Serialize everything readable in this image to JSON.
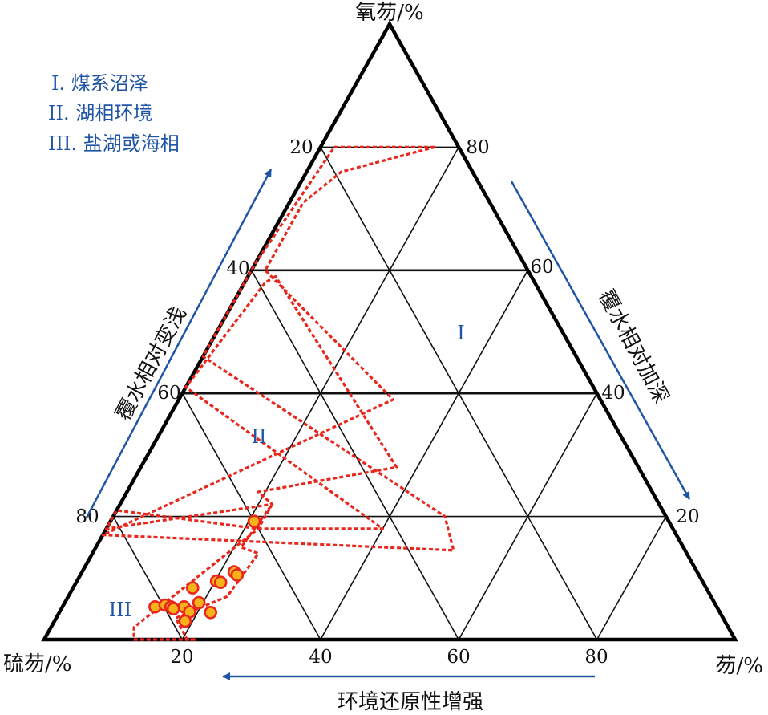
{
  "chart_data": {
    "type": "scatter",
    "subtype": "ternary",
    "vertices": {
      "top": "氧芴/%",
      "bottom_left": "硫芴/%",
      "bottom_right": "芴/%"
    },
    "ticks": {
      "bottom": [
        "20",
        "40",
        "60",
        "80"
      ],
      "left": [
        "20",
        "40",
        "60",
        "80"
      ],
      "right": [
        "80",
        "60",
        "40",
        "20"
      ]
    },
    "legend_lines": [
      "I. 煤系沼泽",
      "II. 湖相环境",
      "III. 盐湖或海相"
    ],
    "trend_labels": {
      "left": "覆水相对变浅",
      "right": "覆水相对加深",
      "bottom": "环境还原性增强"
    },
    "region_labels": [
      "I",
      "II",
      "III"
    ],
    "series": [
      {
        "marker": "circle",
        "color": "#f6b21a",
        "edge_color": "#e8261c",
        "points": [
          {
            "oxy": 9.5,
            "fluorene": 20.2,
            "thio": 70.3
          },
          {
            "oxy": 11.0,
            "fluorene": 22.0,
            "thio": 67.0
          },
          {
            "oxy": 10.5,
            "fluorene": 22.7,
            "thio": 66.8
          },
          {
            "oxy": 9.3,
            "fluorene": 20.9,
            "thio": 69.8
          },
          {
            "oxy": 6.0,
            "fluorene": 19.4,
            "thio": 74.6
          },
          {
            "oxy": 8.4,
            "fluorene": 17.3,
            "thio": 74.3
          },
          {
            "oxy": 5.3,
            "fluorene": 17.6,
            "thio": 77.1
          },
          {
            "oxy": 5.3,
            "fluorene": 13.4,
            "thio": 81.3
          },
          {
            "oxy": 5.6,
            "fluorene": 14.7,
            "thio": 79.7
          },
          {
            "oxy": 5.3,
            "fluorene": 15.7,
            "thio": 79.0
          },
          {
            "oxy": 5.0,
            "fluorene": 16.2,
            "thio": 78.8
          },
          {
            "oxy": 4.5,
            "fluorene": 18.8,
            "thio": 76.7
          },
          {
            "oxy": 3.0,
            "fluorene": 18.9,
            "thio": 78.1
          },
          {
            "oxy": 4.4,
            "fluorene": 21.9,
            "thio": 73.7
          },
          {
            "oxy": 19.2,
            "fluorene": 20.8,
            "thio": 60.0
          }
        ]
      }
    ],
    "regions": [
      {
        "name": "I",
        "boundary": [
          [
            80,
            16.5
          ],
          [
            80,
            2
          ],
          [
            61,
            0
          ],
          [
            46,
            0
          ],
          [
            20,
            48
          ],
          [
            14.5,
            52
          ],
          [
            17,
            0
          ],
          [
            39,
            31
          ],
          [
            60,
            2
          ],
          [
            71,
            2
          ],
          [
            76,
            5
          ]
        ]
      },
      {
        "name": "II",
        "boundary": [
          [
            59,
            4
          ],
          [
            58,
            3
          ],
          [
            41,
            0
          ],
          [
            18,
            40
          ],
          [
            18,
            22
          ],
          [
            21,
            0
          ],
          [
            18.5,
            0
          ],
          [
            18,
            0
          ],
          [
            22,
            22
          ],
          [
            24,
            19
          ],
          [
            28,
            37
          ]
        ]
      },
      {
        "name": "III",
        "boundary": [
          [
            22,
            22
          ],
          [
            18,
            22
          ],
          [
            2,
            12
          ],
          [
            0,
            13
          ],
          [
            0,
            22
          ],
          [
            0,
            20.7
          ],
          [
            3.5,
            17.3
          ],
          [
            7,
            23
          ],
          [
            14,
            24
          ],
          [
            15,
            21
          ]
        ]
      }
    ],
    "grid": true
  }
}
